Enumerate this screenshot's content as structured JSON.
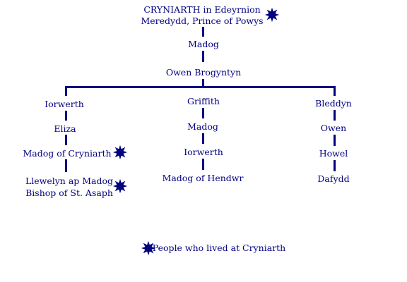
{
  "root": {
    "line1": "CRYNIARTH  in Edeyrnion",
    "line2": "Meredydd, Prince of Powys",
    "gen1": "Madog",
    "gen2": "Owen Brogyntyn"
  },
  "left_branch": {
    "items": [
      "Iorwerth",
      "Eliza",
      "Madog of Cryniarth"
    ],
    "last_line1": "Llewelyn ap Madog",
    "last_line2": "Bishop of St. Asaph"
  },
  "middle_branch": {
    "items": [
      "Griffith",
      "Madog",
      "Iorwerth",
      "Madog of Hendwr"
    ]
  },
  "right_branch": {
    "items": [
      "Bleddyn",
      "Owen",
      "Howel",
      "Dafydd"
    ]
  },
  "legend": {
    "label": "People who lived at Cryniarth"
  },
  "colors": {
    "line": "#00007f",
    "text": "#00007f",
    "star": "#00007f"
  },
  "icons": {
    "marker": "star-icon"
  }
}
